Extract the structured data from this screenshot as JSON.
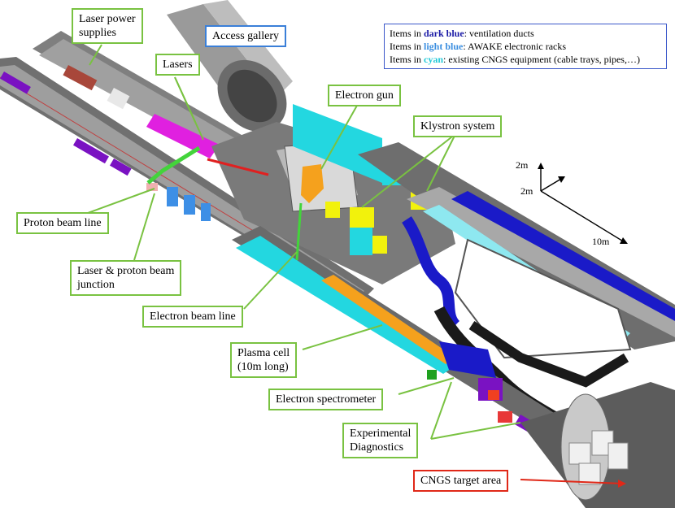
{
  "legend": {
    "lines": [
      {
        "prefix": "Items in ",
        "keyword": "dark blue",
        "suffix": ": ventilation ducts",
        "color": "#1a1aa6"
      },
      {
        "prefix": "Items in ",
        "keyword": "light blue",
        "suffix": ": AWAKE electronic racks",
        "color": "#3c8fe0"
      },
      {
        "prefix": "Items in ",
        "keyword": "cyan",
        "suffix": ": existing CNGS equipment (cable trays, pipes,…)",
        "color": "#22c9d8"
      }
    ]
  },
  "labels": {
    "laser_power_supplies": "Laser power\nsupplies",
    "access_gallery": "Access gallery",
    "lasers": "Lasers",
    "electron_gun": "Electron gun",
    "klystron_system": "Klystron system",
    "proton_beam_line": "Proton beam line",
    "laser_proton_junction": "Laser & proton beam\njunction",
    "electron_beam_line": "Electron beam line",
    "plasma_cell": "Plasma cell\n(10m long)",
    "electron_spectrometer": "Electron spectrometer",
    "experimental_diagnostics": "Experimental\nDiagnostics",
    "cngs_target_area": "CNGS target area"
  },
  "scale": {
    "vertical": "2m",
    "depth": "2m",
    "horizontal": "10m"
  },
  "colors": {
    "callout_border": "#79c241",
    "access_border": "#3a7fd8",
    "cngs_border": "#e02818",
    "tunnel": "#7c7c7c",
    "tunnel_dark": "#4d4d4d",
    "floor": "#a8a8a8",
    "magenta": "#e020e0",
    "purple": "#7a12c2",
    "cyan": "#23d7e0",
    "yellow": "#f2f20c",
    "orange": "#f5a11d",
    "dark_blue": "#1a1ac8",
    "light_blue": "#3d8fe6"
  }
}
